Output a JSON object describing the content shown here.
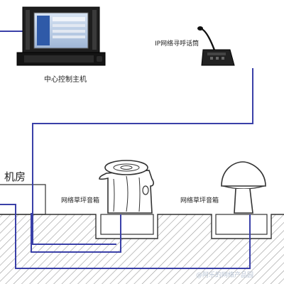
{
  "labels": {
    "control_host": "中心控制主机",
    "ip_mic": "IP网络寻呼话筒",
    "machine_room": "机房",
    "lawn_speaker_1": "网络草坪音箱",
    "lawn_speaker_2": "网络草坪音箱",
    "watermark": "@阿乐的网络产品园"
  },
  "colors": {
    "cable": "#3a40a8",
    "ground_line": "#333333",
    "hatch": "#9a9a9a"
  }
}
